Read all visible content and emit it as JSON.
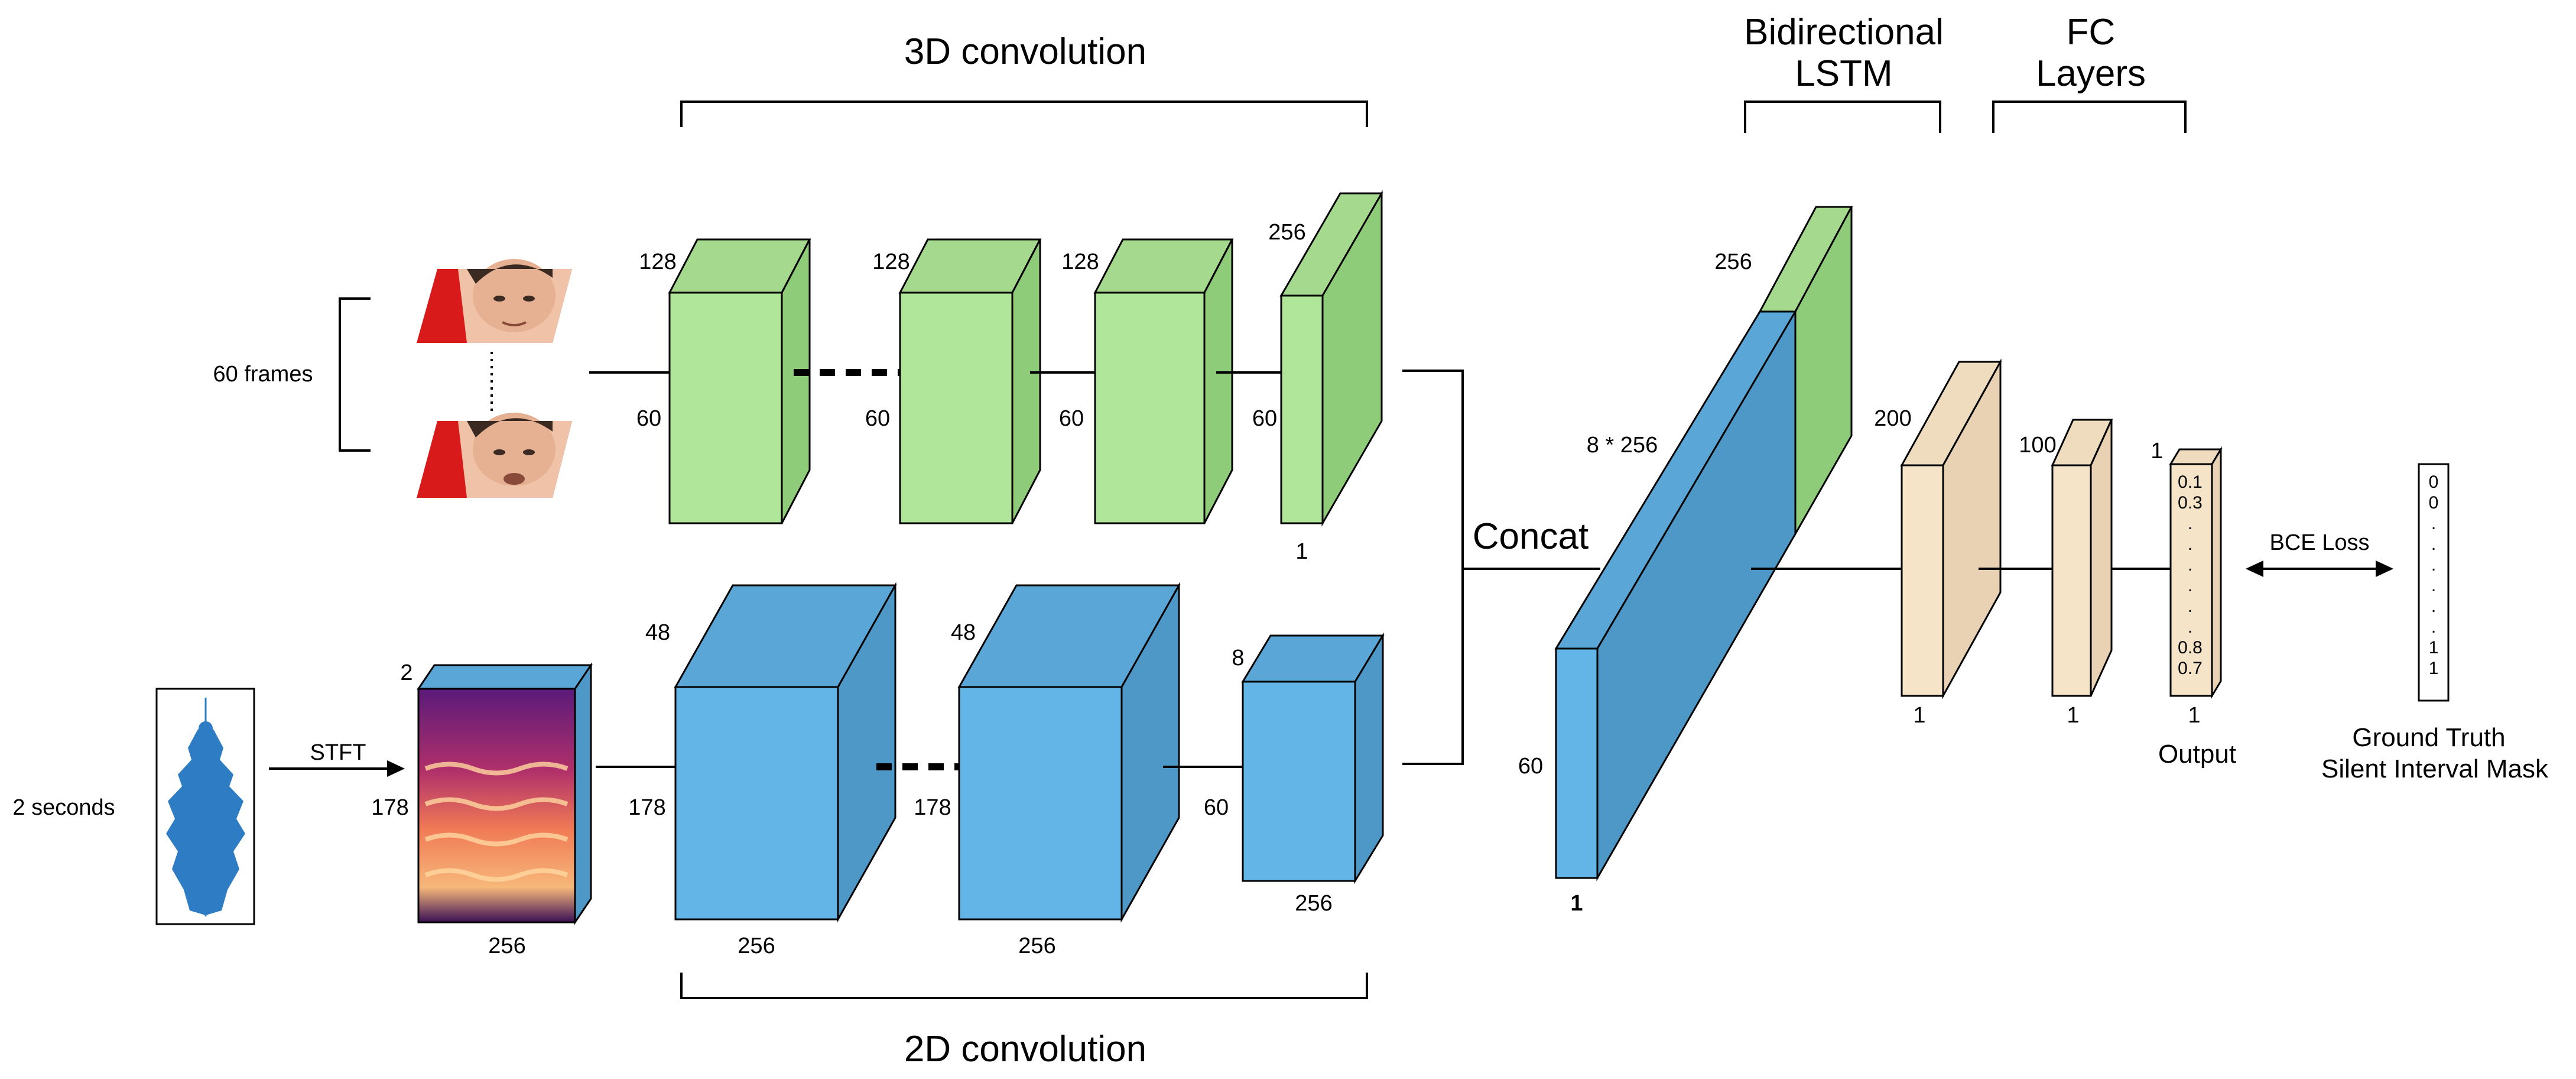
{
  "colors": {
    "green_front": "#b0e699",
    "green_side": "#8fcc79",
    "green_top": "#a4d98e",
    "blue_front": "#62b5e6",
    "blue_side": "#4e98c8",
    "blue_top": "#5aa6d6",
    "tan_front": "#f5e4c8",
    "tan_side": "#e8d2b3",
    "tan_top": "#efdcbf",
    "face_bg": "#d91a1a",
    "waveform": "#2e7dc4"
  },
  "section_labels": {
    "conv3d": "3D convolution",
    "conv2d": "2D convolution",
    "lstm_line1": "Bidirectional",
    "lstm_line2": "LSTM",
    "fc_line1": "FC",
    "fc_line2": "Layers"
  },
  "video_branch": {
    "input_label": "60 frames",
    "blocks": [
      {
        "top": "128",
        "left": "60"
      },
      {
        "top": "128",
        "left": "60"
      },
      {
        "top": "128",
        "left": "60"
      },
      {
        "top": "256",
        "left": "60",
        "bottom": "1"
      }
    ]
  },
  "audio_branch": {
    "input_label": "2 seconds",
    "stft_label": "STFT",
    "spectrogram": {
      "top": "2",
      "left": "178",
      "bottom": "256"
    },
    "blocks": [
      {
        "top": "48",
        "left": "178",
        "bottom": "256"
      },
      {
        "top": "48",
        "left": "178",
        "bottom": "256"
      },
      {
        "top": "8",
        "left": "60",
        "bottom": "256"
      }
    ]
  },
  "concat": {
    "label": "Concat",
    "top": "256",
    "depth": "8 * 256",
    "left": "60",
    "bottom": "1"
  },
  "fc": {
    "block1": {
      "top": "200",
      "bottom": "1"
    },
    "block2": {
      "top": "100",
      "bottom": "1"
    }
  },
  "output": {
    "top": "1",
    "bottom": "1",
    "label": "Output",
    "values": [
      "0.1",
      "0.3",
      ".",
      ".",
      ".",
      ".",
      ".",
      ".",
      "0.8",
      "0.7"
    ]
  },
  "loss_label": "BCE Loss",
  "ground_truth": {
    "line1": "Ground Truth",
    "line2": "Silent Interval Mask",
    "values": [
      "0",
      "0",
      ".",
      ".",
      ".",
      ".",
      ".",
      ".",
      "1",
      "1"
    ]
  }
}
